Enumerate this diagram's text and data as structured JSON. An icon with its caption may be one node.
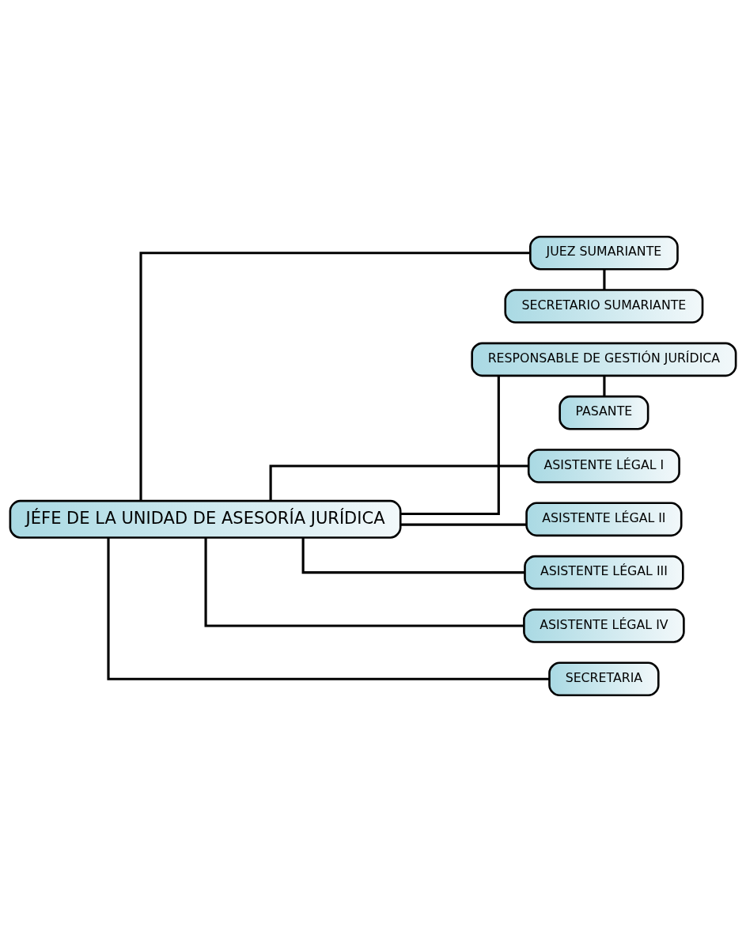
{
  "diagram": {
    "nodes": [
      {
        "text": [
          "JÉFE DE LA UNIDAD DE ASESORÍA JURÍDICA"
        ]
      },
      {
        "text": [
          "JUEZ SUMARIANTE"
        ]
      },
      {
        "text": [
          "SECRETARIO SUMARIANTE"
        ]
      },
      {
        "text": [
          "RESPONSABLE DE GESTIÓN JURÍDICA"
        ]
      },
      {
        "text": [
          "PASANTE"
        ]
      },
      {
        "text": [
          "ASISTENTE LÉGAL I"
        ]
      },
      {
        "text": [
          "ASISTENTE LÉGAL II"
        ]
      },
      {
        "text": [
          "ASISTENTE LÉGAL III"
        ]
      },
      {
        "text": [
          "ASISTENTE LÉGAL IV"
        ]
      },
      {
        "text": [
          "SECRETARIA"
        ]
      }
    ],
    "edges": [
      {
        "from": 0,
        "to": 1,
        "arrow": "none"
      },
      {
        "from": 1,
        "to": 2,
        "arrow": "none"
      },
      {
        "from": 0,
        "to": 3,
        "arrow": "none"
      },
      {
        "from": 3,
        "to": 4,
        "arrow": "none"
      },
      {
        "from": 0,
        "to": 5,
        "arrow": "none"
      },
      {
        "from": 0,
        "to": 6,
        "arrow": "none"
      },
      {
        "from": 0,
        "to": 7,
        "arrow": "none"
      },
      {
        "from": 0,
        "to": 8,
        "arrow": "none"
      },
      {
        "from": 0,
        "to": 9,
        "arrow": "none"
      }
    ]
  }
}
